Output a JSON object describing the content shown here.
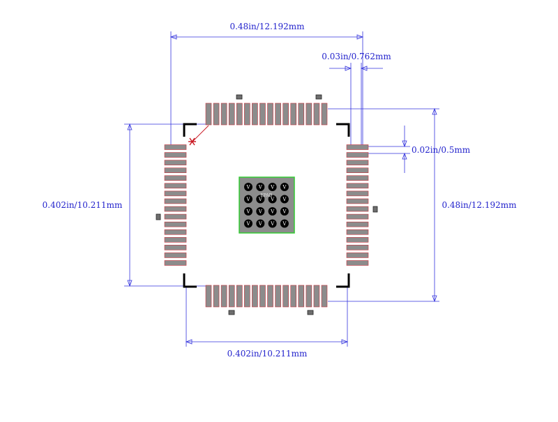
{
  "dimensions": {
    "top_width": "0.48in/12.192mm",
    "pad_width": "0.03in/0.762mm",
    "pitch": "0.02in/0.5mm",
    "left_height": "0.402in/10.211mm",
    "right_height": "0.48in/12.192mm",
    "bottom_width": "0.402in/10.211mm"
  },
  "thermal_pad_label": "EPAD",
  "via_glyph": "V",
  "package": {
    "pins_per_side": 16,
    "via_grid": [
      4,
      4
    ]
  },
  "colors": {
    "dimension_line": "#3333dd",
    "dimension_text": "#2222cc",
    "pad_fill": "#8c8c8c",
    "pad_outline": "#c8323c",
    "silkscreen": "#000000",
    "pin1_marker": "#c8141e",
    "thermal_pad_outline": "#33cc33",
    "via_fill": "#000000"
  }
}
